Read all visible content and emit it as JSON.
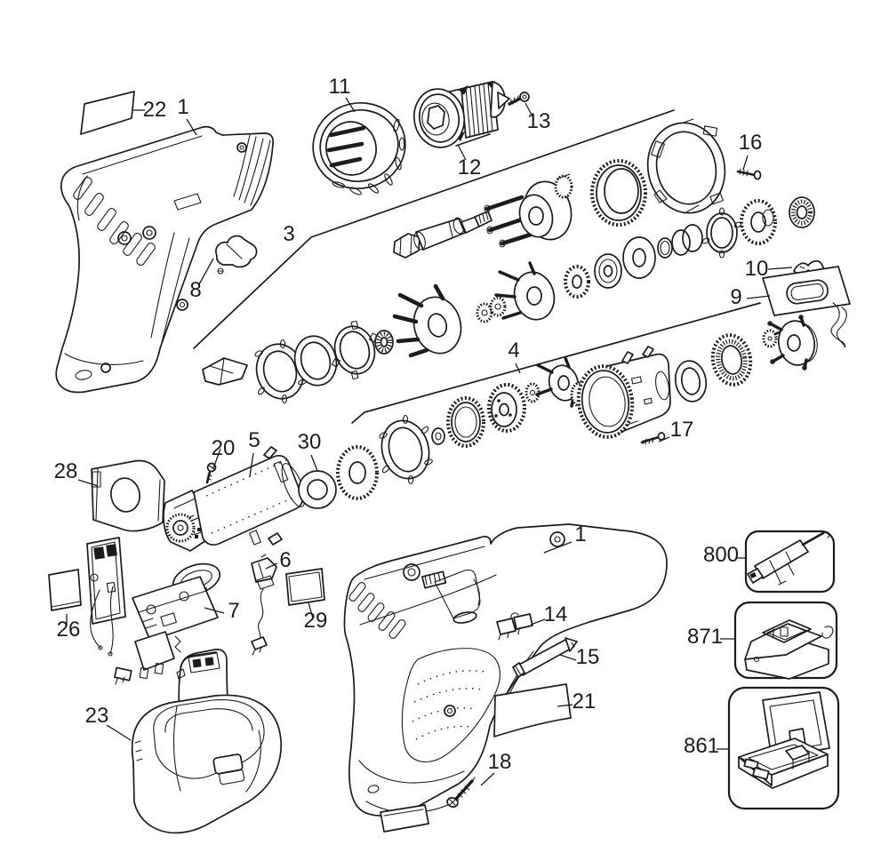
{
  "diagram": {
    "callouts": {
      "c22": "22",
      "c1_top": "1",
      "c11": "11",
      "c12": "12",
      "c13": "13",
      "c16": "16",
      "c3": "3",
      "c8": "8",
      "c10": "10",
      "c9": "9",
      "c4": "4",
      "c17": "17",
      "c20": "20",
      "c5": "5",
      "c30": "30",
      "c28": "28",
      "c6": "6",
      "c29": "29",
      "c7": "7",
      "c26": "26",
      "c23": "23",
      "c1_bottom": "1",
      "c14": "14",
      "c15": "15",
      "c21": "21",
      "c18": "18"
    },
    "accessory_boxes": {
      "b800": "800",
      "b871": "871",
      "b861": "861"
    }
  },
  "colors": {
    "line": "#1c1c1c",
    "background": "#ffffff"
  }
}
